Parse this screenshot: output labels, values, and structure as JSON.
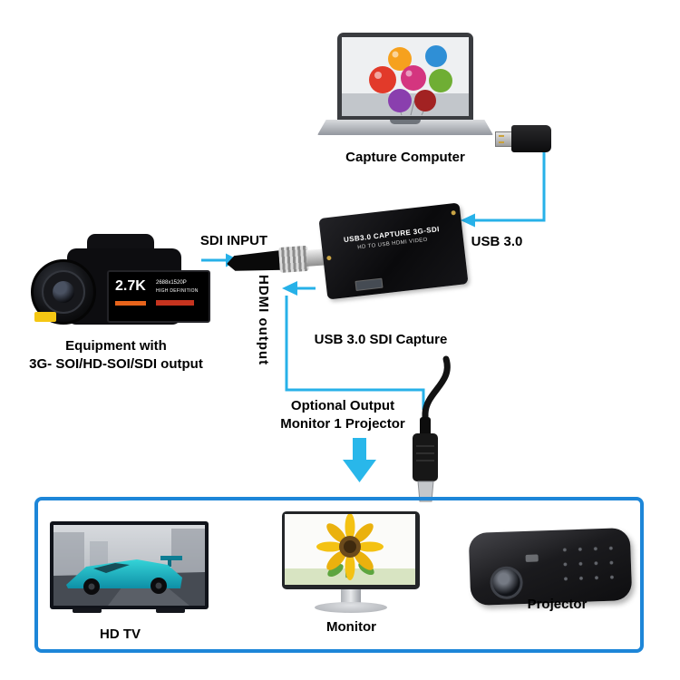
{
  "colors": {
    "connector_line": "#27b1e8",
    "output_box_border": "#1d86d8"
  },
  "top": {
    "computer_label": "Capture Computer"
  },
  "connections": {
    "sdi_input": "SDI INPUT",
    "usb": "USB 3.0",
    "hdmi_output": "HDMI output"
  },
  "capture_device": {
    "print_line1": "USB3.0 CAPTURE 3G-SDI",
    "print_line2": "HD TO USB HDMI VIDEO",
    "label": "USB 3.0 SDI Capture"
  },
  "source_equipment": {
    "caption_line1": "Equipment with",
    "caption_line2": "3G- SOI/HD-SOI/SDI output",
    "screen_resolution": "2.7K",
    "screen_detail1": "2688x1520P",
    "screen_detail2": "HIGH DEFINITION"
  },
  "optional_output": {
    "line1": "Optional Output",
    "line2": "Monitor 1 Projector"
  },
  "outputs": {
    "tv_label": "HD TV",
    "monitor_label": "Monitor",
    "projector_label": "Projector"
  }
}
